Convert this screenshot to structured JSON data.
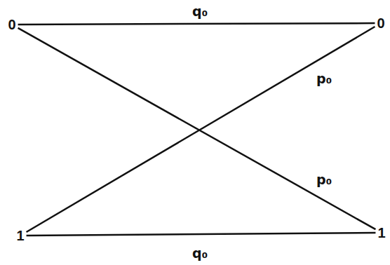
{
  "diagram": {
    "nodes": [
      {
        "text": [
          "0"
        ]
      },
      {
        "text": [
          "0"
        ]
      },
      {
        "text": [
          "1"
        ]
      },
      {
        "text": [
          "1"
        ]
      }
    ],
    "edges": [
      {
        "from": 0,
        "to": 1,
        "label": "q₀",
        "arrow": "none"
      },
      {
        "from": 2,
        "to": 1,
        "label": "p₀",
        "arrow": "none"
      },
      {
        "from": 0,
        "to": 3,
        "label": "p₀",
        "arrow": "none"
      },
      {
        "from": 2,
        "to": 3,
        "label": "q₀",
        "arrow": "none"
      }
    ]
  }
}
